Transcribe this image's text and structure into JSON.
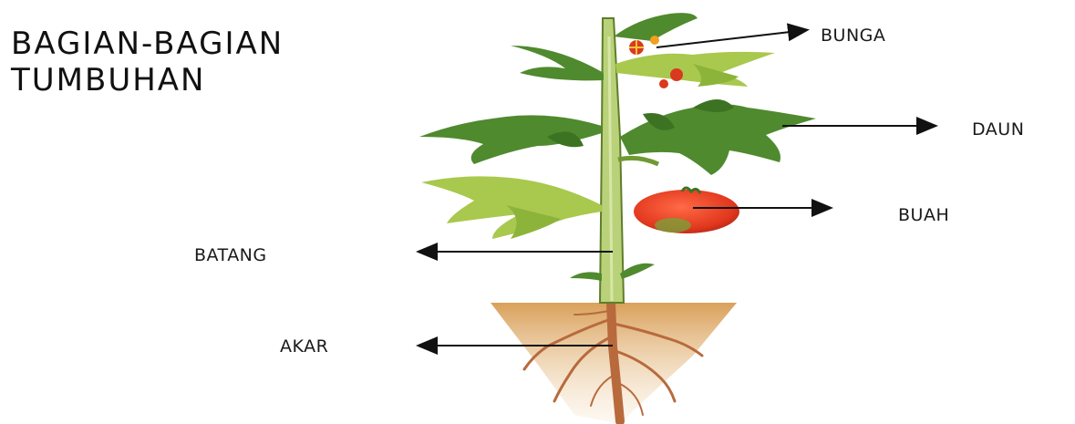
{
  "title": {
    "line1": "BAGIAN-BAGIAN",
    "line2": "TUMBUHAN"
  },
  "labels": {
    "bunga": "BUNGA",
    "daun": "DAUN",
    "buah": "BUAH",
    "batang": "BATANG",
    "akar": "AKAR"
  },
  "colors": {
    "stem": "#b9d27a",
    "stem_outline": "#5f7d2a",
    "leaf": "#4f8a2e",
    "leaf_light": "#a9c84e",
    "fruit": "#e2381e",
    "flower": "#d9391f",
    "soil": "#d9a05a",
    "root": "#b86a3c",
    "arrow": "#111111"
  }
}
